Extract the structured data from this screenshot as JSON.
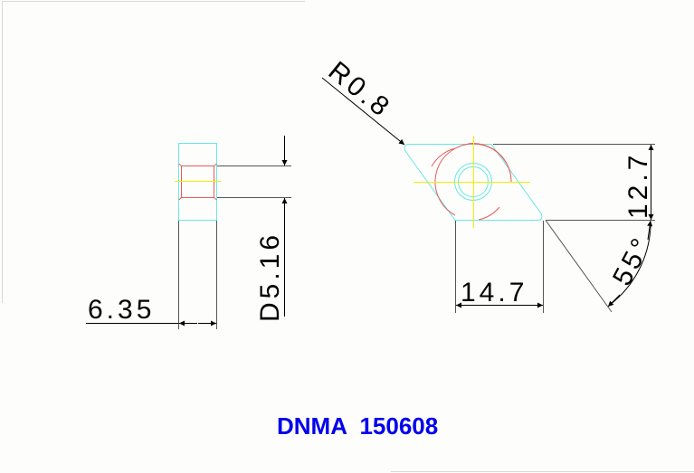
{
  "drawing": {
    "part_code": "DNMA  150608",
    "colors": {
      "outline": "#66e6e6",
      "hidden": "#e85a5a",
      "center": "#f0f000",
      "dimension": "#000000",
      "title": "#0000ee",
      "frame": "#d8d8d8"
    },
    "side_view": {
      "thickness_label": "6.35",
      "hole_diameter_label": "D5.16"
    },
    "top_view": {
      "corner_radius_label": "R0.8",
      "inscribed_circle_label": "12.7",
      "edge_length_label": "14.7",
      "angle_label": "55°"
    }
  }
}
